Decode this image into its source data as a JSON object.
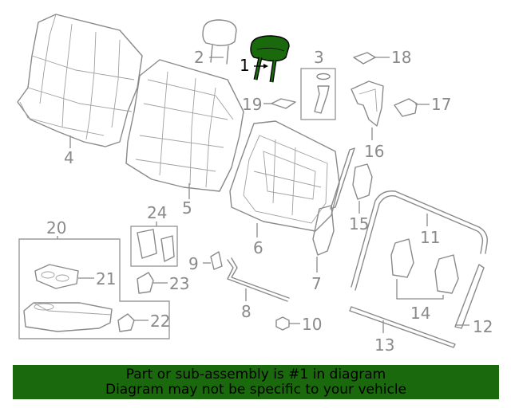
{
  "callouts": {
    "c1": "1",
    "c2": "2",
    "c3": "3",
    "c4": "4",
    "c5": "5",
    "c6": "6",
    "c7": "7",
    "c8": "8",
    "c9": "9",
    "c10": "10",
    "c11": "11",
    "c12": "12",
    "c13": "13",
    "c14": "14",
    "c15": "15",
    "c16": "16",
    "c17": "17",
    "c18": "18",
    "c19": "19",
    "c20": "20",
    "c21": "21",
    "c22": "22",
    "c23": "23",
    "c24": "24"
  },
  "colors": {
    "highlight_part": "#1a6a0d",
    "banner_background": "#1a6a0d",
    "line_art": "#8a8a8a"
  },
  "banner": {
    "line1": "Part or sub-assembly is #1 in diagram",
    "line2": "Diagram may not be specific to your vehicle"
  }
}
